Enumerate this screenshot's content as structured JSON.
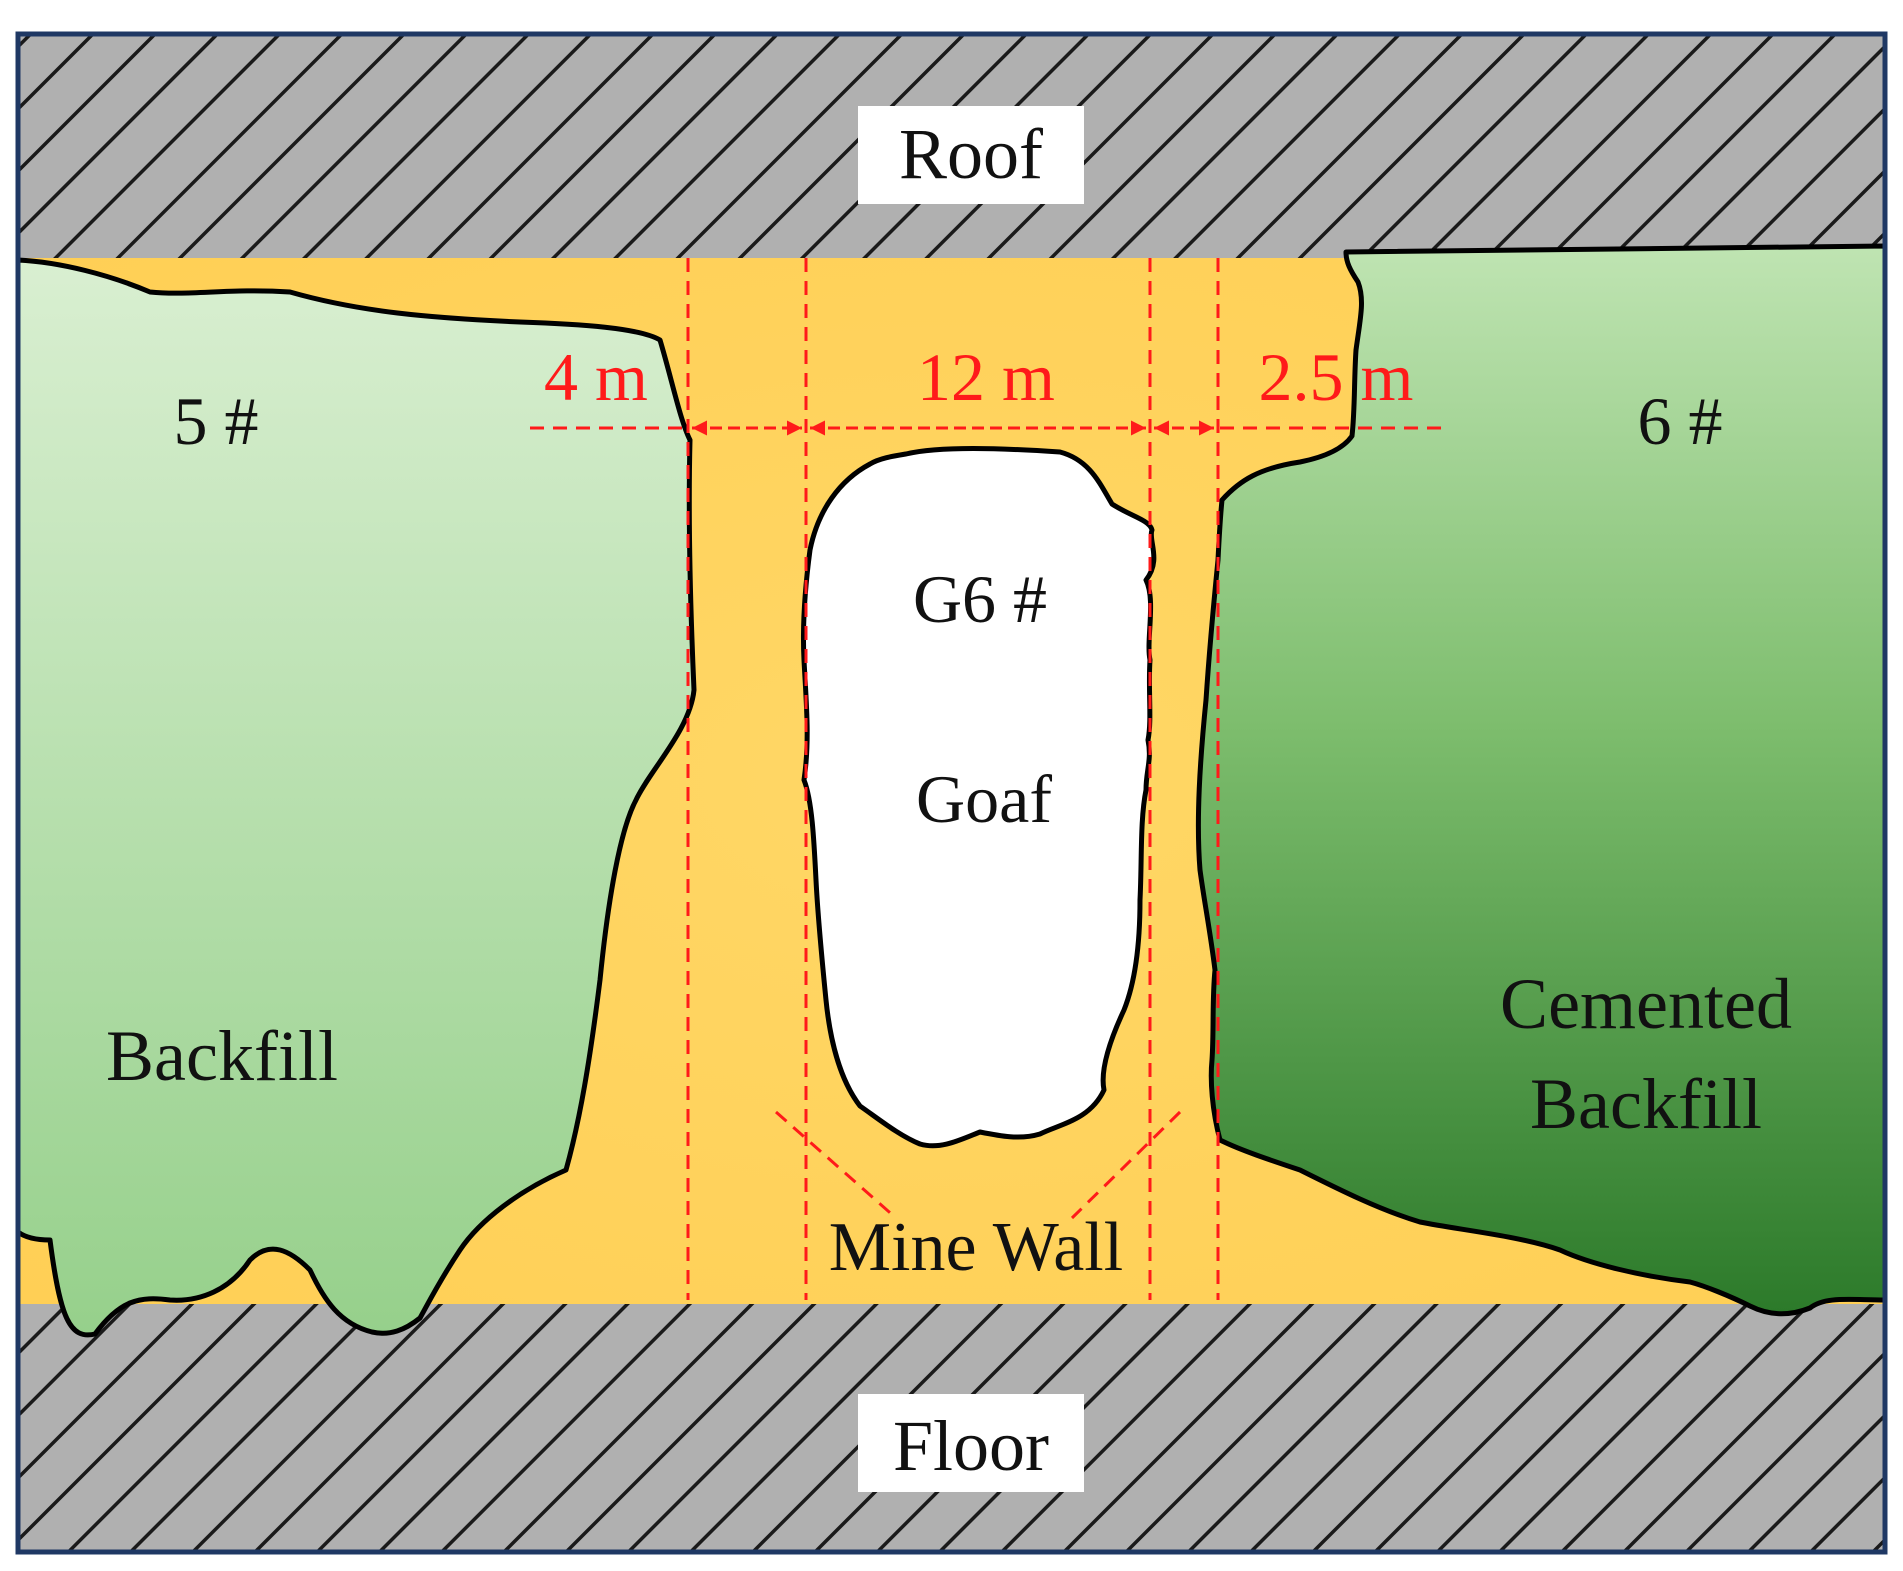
{
  "labels": {
    "roof": "Roof",
    "floor": "Floor",
    "stope_left": "5 #",
    "stope_right": "6 #",
    "goaf_id": "G6 #",
    "goaf": "Goaf",
    "backfill": "Backfill",
    "cemented_line1": "Cemented",
    "cemented_line2": "Backfill",
    "mine_wall": "Mine Wall"
  },
  "dimensions": {
    "left": "4 m",
    "center": "12 m",
    "right": "2.5 m"
  },
  "colors": {
    "rock_fill": "#b0b0b0",
    "hatch_line": "#1a1a1a",
    "ore_fill": "#ffd464",
    "backfill_light": "#d7eece",
    "backfill_mid": "#9ed595",
    "cemented_top": "#b6e0a9",
    "cemented_bottom": "#2e7d2b",
    "dimension_red": "#ff1a1a",
    "outline": "#000000",
    "frame_border": "#1f3864"
  }
}
